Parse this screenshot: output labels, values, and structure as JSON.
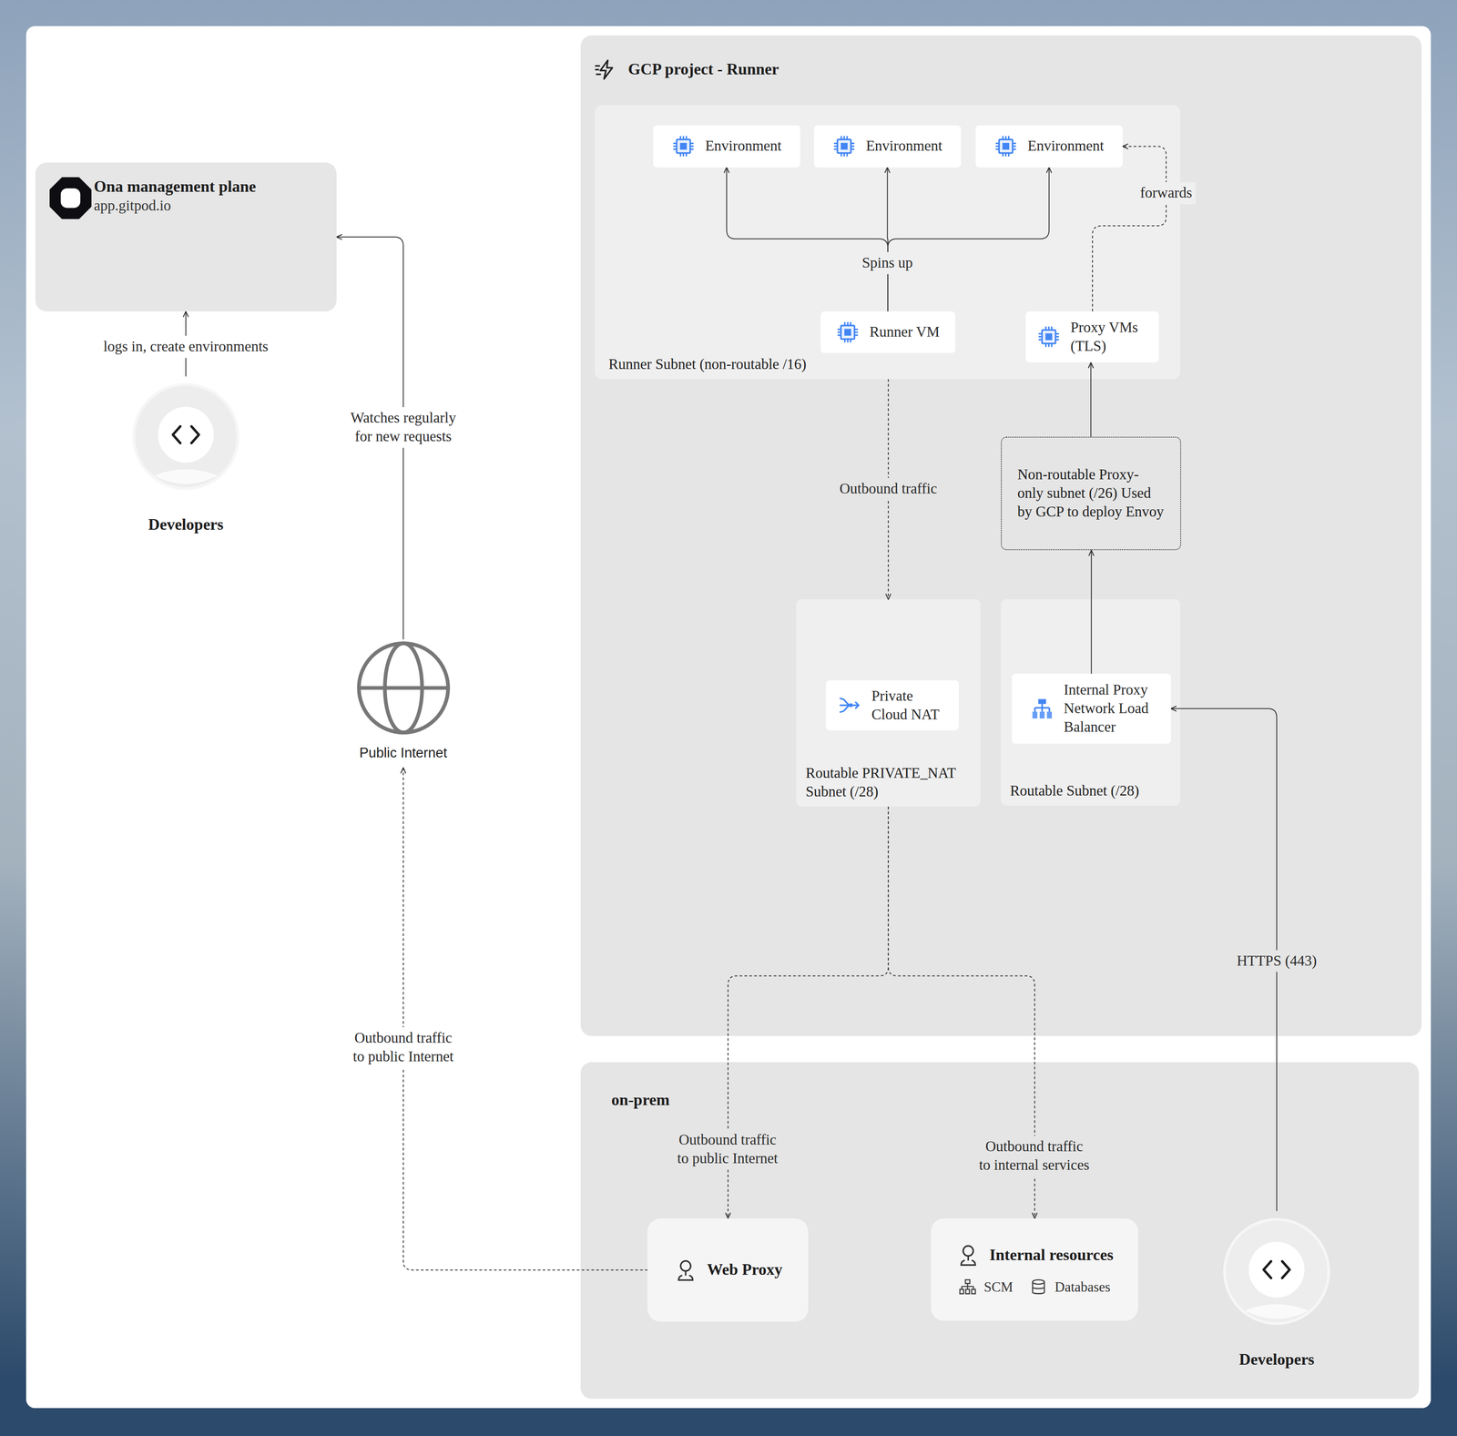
{
  "diagram": {
    "nodes": [
      {
        "text": [
          "Ona management plane",
          "app.gitpod.io"
        ]
      },
      {
        "text": [
          "Developers"
        ]
      },
      {
        "text": [
          "Public Internet"
        ]
      },
      {
        "text": [
          "GCP project - Runner"
        ]
      },
      {
        "text": [
          "Runner Subnet (non-routable /16)"
        ],
        "in": 3
      },
      {
        "text": [
          "Environment"
        ],
        "in": 4
      },
      {
        "text": [
          "Environment"
        ],
        "in": 4
      },
      {
        "text": [
          "Environment"
        ],
        "in": 4
      },
      {
        "text": [
          "Runner VM"
        ],
        "in": 4
      },
      {
        "text": [
          "Proxy VMs (TLS)"
        ],
        "in": 4
      },
      {
        "text": [
          "Non-routable Proxy-only subnet (/26) Used by GCP to deploy Envoy"
        ],
        "in": 3
      },
      {
        "text": [
          "Routable PRIVATE_NAT Subnet (/28)"
        ],
        "in": 3
      },
      {
        "text": [
          "Private Cloud NAT"
        ],
        "in": 11
      },
      {
        "text": [
          "Routable Subnet (/28)"
        ],
        "in": 3
      },
      {
        "text": [
          "Internal Proxy Network Load Balancer"
        ],
        "in": 13
      },
      {
        "text": [
          "on-prem"
        ]
      },
      {
        "text": [
          "Web Proxy"
        ],
        "in": 15
      },
      {
        "text": [
          "Internal resources",
          "SCM",
          "Databases"
        ],
        "in": 15
      },
      {
        "text": [
          "Developers"
        ],
        "in": 15
      }
    ],
    "edges": [
      {
        "from": 1,
        "to": 0,
        "arrow": "to",
        "label": "logs in, create environments"
      },
      {
        "from": 2,
        "to": 0,
        "arrow": "to",
        "label": "Watches regularly for new requests"
      },
      {
        "from": 8,
        "to": 5,
        "arrow": "to"
      },
      {
        "from": 8,
        "to": 6,
        "arrow": "to",
        "label": "Spins up"
      },
      {
        "from": 8,
        "to": 7,
        "arrow": "to"
      },
      {
        "from": 9,
        "to": 7,
        "arrow": "to",
        "label": "forwards"
      },
      {
        "from": 4,
        "to": 11,
        "arrow": "to",
        "label": "Outbound traffic"
      },
      {
        "from": 11,
        "to": 16,
        "arrow": "to",
        "label": "Outbound traffic to public Internet"
      },
      {
        "from": 11,
        "to": 17,
        "arrow": "to",
        "label": "Outbound traffic to internal services"
      },
      {
        "from": 16,
        "to": 2,
        "arrow": "to",
        "label": "Outbound traffic to public Internet"
      },
      {
        "from": 14,
        "to": 10,
        "arrow": "to"
      },
      {
        "from": 10,
        "to": 9,
        "arrow": "to"
      },
      {
        "from": 18,
        "to": 14,
        "arrow": "to",
        "label": "HTTPS (443)"
      }
    ]
  }
}
